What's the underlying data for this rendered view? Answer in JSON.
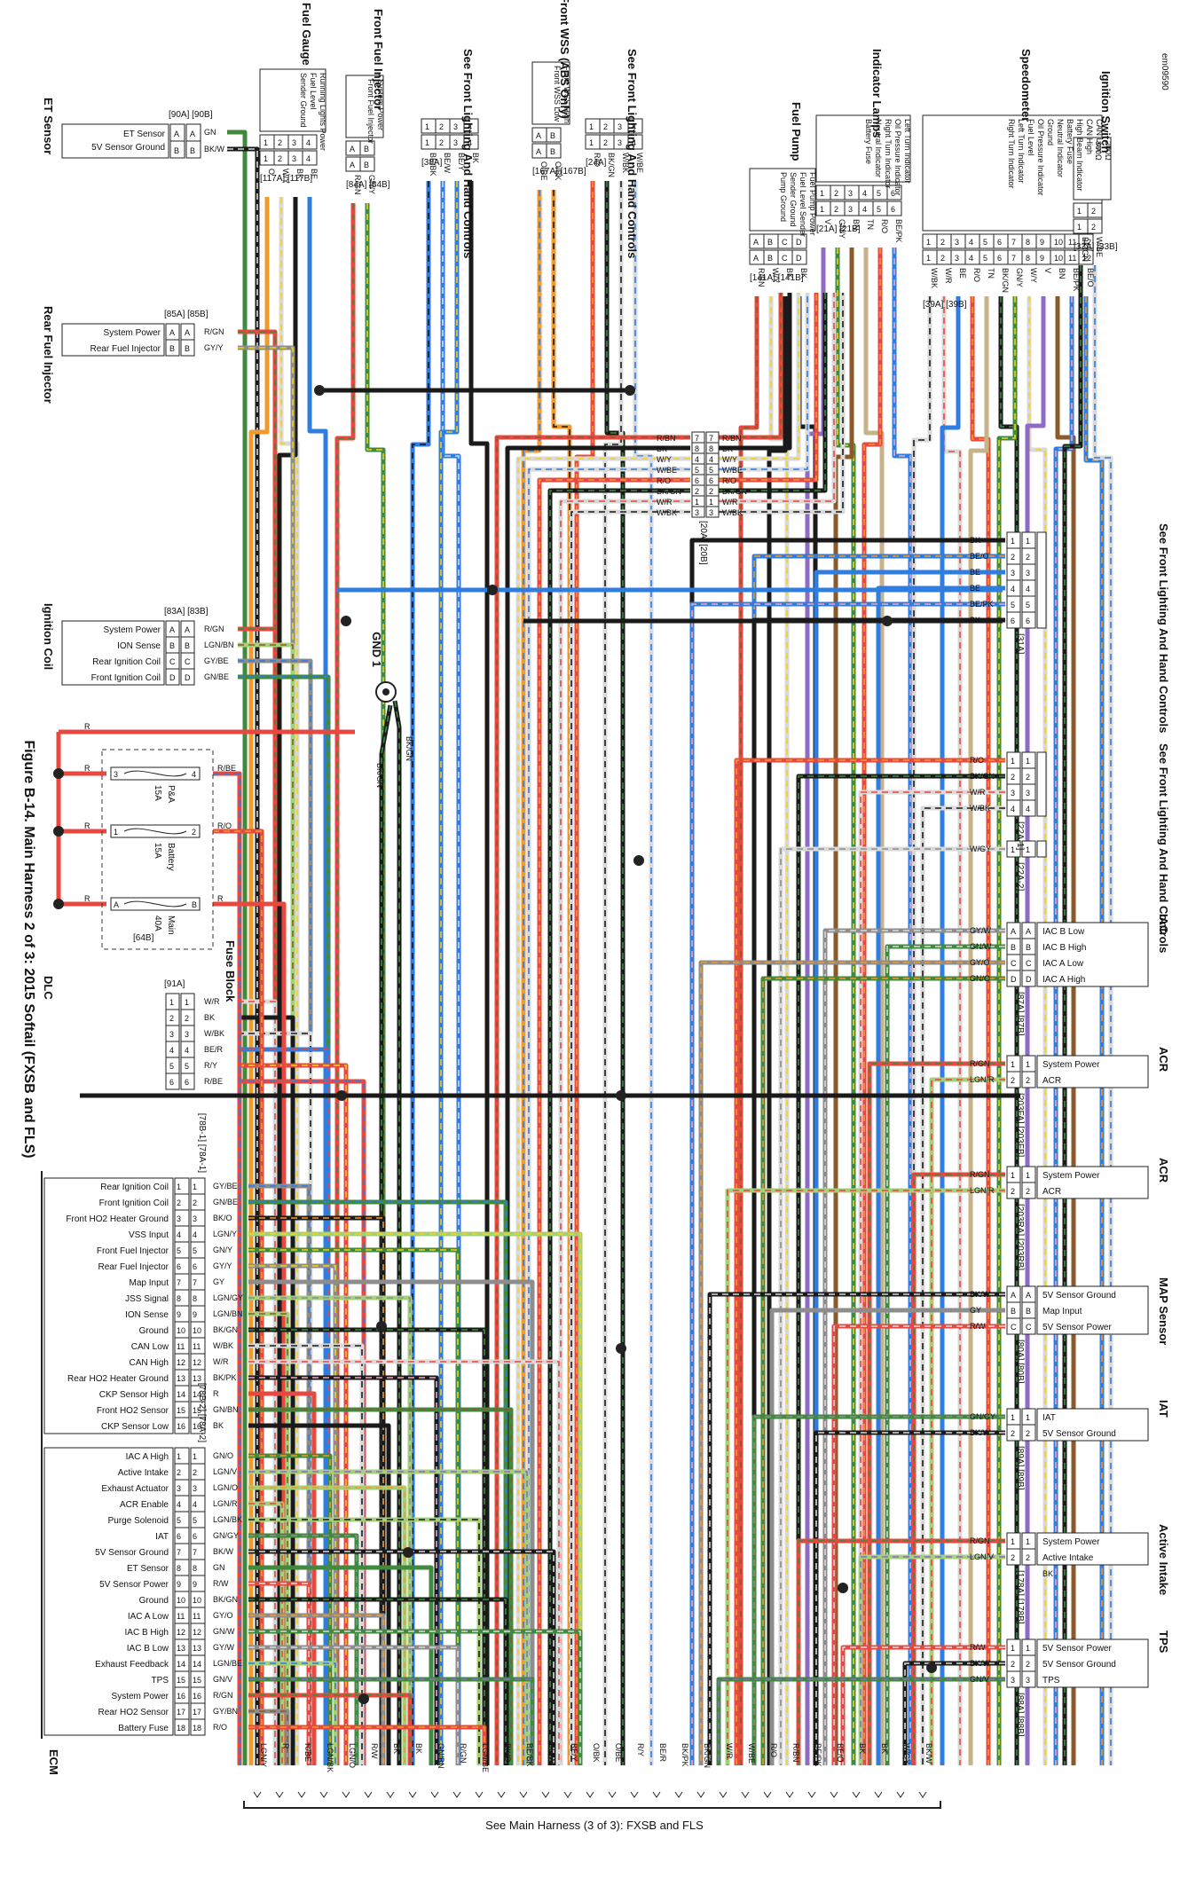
{
  "figure_id": "em09590",
  "title": "Figure B-14. Main Harness 2 of 3: 2015 Softail (FXSB and FLS)",
  "footer": "See Main Harness (3 of 3): FXSB and FLS",
  "colors": {
    "R": "#e8483f",
    "BK": "#1a1a1a",
    "BE": "#2f7de1",
    "GN": "#3f8a3f",
    "GY": "#8d8d8d",
    "Y": "#f2d21c",
    "W": "#d9d9d9",
    "O": "#f29a2e",
    "BN": "#8b5a2b",
    "V": "#8e6bc5",
    "LGN": "#a4d07a",
    "PK": "#f3a6c0",
    "TN": "#c8b28a"
  },
  "top_connectors": [
    {
      "id": "eto",
      "name": "ET Sensor",
      "tags": "[90A] [90B]",
      "rows": [
        "ET Sensor",
        "5V Sensor Ground"
      ],
      "pins": [
        "A",
        "B"
      ],
      "wires": [
        "GN",
        "BK/W"
      ]
    },
    {
      "id": "fg",
      "name": "Fuel Gauge",
      "tags": "[117A] [117B]",
      "rows": [
        "Running Lights Power",
        "Fuel Level",
        "Sender Ground"
      ],
      "pins": [
        "1",
        "2",
        "3",
        "4"
      ],
      "wires": [
        "O",
        "W/Y",
        "BK",
        "BE"
      ]
    },
    {
      "id": "ffi",
      "name": "Front Fuel Injector",
      "tags": "[84A] [84B]",
      "rows": [
        "System Power",
        "Front Fuel Injector"
      ],
      "pins": [
        "A",
        "B"
      ],
      "wires": [
        "R/GN",
        "GN/Y"
      ]
    },
    {
      "id": "sfl1",
      "name": "See Front Lighting And Hand Controls",
      "tags": "[38A]",
      "rows": [],
      "pins": [
        "1",
        "2",
        "3",
        "4"
      ],
      "wires": [
        "BE/BK",
        "BE/W",
        "BE/Y",
        "BK"
      ]
    },
    {
      "id": "wss",
      "name": "Front WSS (ABS Only)",
      "tags": "[167A] [167B]",
      "rows": [
        "Front WSS High",
        "Front WSS Low"
      ],
      "pins": [
        "A",
        "B"
      ],
      "wires": [
        "O/BE",
        "O/BK"
      ]
    },
    {
      "id": "sfl2",
      "name": "See Front Lighting And Hand Controls",
      "tags": "[24A]",
      "rows": [],
      "pins": [
        "1",
        "2",
        "3",
        "4"
      ],
      "wires": [
        "R/O",
        "BK/GN",
        "W/BK",
        "W/BE"
      ]
    },
    {
      "id": "fp",
      "name": "Fuel Pump",
      "tags": "[141A] [141B]",
      "rows": [
        "Fuel Pump Power",
        "Fuel Level Sender",
        "Sender Ground",
        "Pump Ground"
      ],
      "pins": [
        "A",
        "B",
        "C",
        "D"
      ],
      "wires": [
        "R/BN",
        "W/Y",
        "BK",
        "BK"
      ]
    },
    {
      "id": "il",
      "name": "Indicator Lamps",
      "tags": "[21A] [21B]",
      "rows": [
        "Left Turn Indicator",
        "Oil Pressure Indicator",
        "Right Turn Indicator",
        "Neutral Indicator",
        "Battery Fuse"
      ],
      "pins": [
        "1",
        "2",
        "3",
        "4",
        "5",
        "6"
      ],
      "wires": [
        "V",
        "GN/Y",
        "BN",
        "TN",
        "R/O",
        "BE/PK"
      ]
    },
    {
      "id": "sp",
      "name": "Speedometer",
      "tags": "[39A] [39B]",
      "rows": [
        "CAN Low",
        "CAN High",
        "High Beam Indicator",
        "Battery Fuse",
        "Neutral Indicator",
        "Ground",
        "Oil Pressure Indicator",
        "Fuel Level",
        "Left Turn Indicator",
        "Right Turn Indicator"
      ],
      "pins": [
        "1",
        "2",
        "3",
        "4",
        "5",
        "6",
        "7",
        "8",
        "9",
        "10",
        "11",
        "12"
      ],
      "wires": [
        "W/BK",
        "W/R",
        "BE",
        "R/O",
        "TN",
        "BK/GN",
        "GN/Y",
        "W/Y",
        "V",
        "BN",
        "BE/PK",
        "BE/O"
      ]
    },
    {
      "id": "isw",
      "name": "Ignition Switch",
      "tags": "[33A] [33B]",
      "rows": [
        "200Ω",
        "800Ω"
      ],
      "pins": [
        "1",
        "2"
      ],
      "wires": [
        "BK/GN",
        "W/BE"
      ]
    }
  ],
  "left_connectors": [
    {
      "id": "rfi",
      "name": "Rear Fuel Injector",
      "tags": "[85A] [85B]",
      "rows": [
        "System Power",
        "Rear Fuel Injector"
      ],
      "pins": [
        "A",
        "B"
      ],
      "wires": [
        "R/GN",
        "GY/Y"
      ]
    },
    {
      "id": "ic",
      "name": "Ignition Coil",
      "tags": "[83A] [83B]",
      "rows": [
        "System Power",
        "ION Sense",
        "Rear Ignition Coil",
        "Front Ignition Coil"
      ],
      "pins": [
        "A",
        "B",
        "C",
        "D"
      ],
      "wires": [
        "R/GN",
        "LGN/BN",
        "GY/BE",
        "GN/BE"
      ]
    },
    {
      "id": "dlc",
      "name": "DLC",
      "tags": "[91A]",
      "rows": [],
      "pins": [
        "1",
        "2",
        "3",
        "4",
        "5",
        "6"
      ],
      "wires": [
        "W/R",
        "BK",
        "W/BK",
        "BE/R",
        "R/Y",
        "R/BE"
      ]
    }
  ],
  "gnd": {
    "name": "GND 1",
    "wires": [
      "BK/GN",
      "BK/GN"
    ]
  },
  "fuse_block": {
    "name": "Fuse Block",
    "tag": "[64B]",
    "fuses": [
      {
        "name": "P&A",
        "amp": "15A",
        "pins": [
          "3",
          "4"
        ],
        "wire": "R/BE"
      },
      {
        "name": "Battery",
        "amp": "15A",
        "pins": [
          "1",
          "2"
        ],
        "wire": "R/O"
      },
      {
        "name": "Main",
        "amp": "40A",
        "pins": [
          "A",
          "B"
        ],
        "wire": "R"
      }
    ],
    "left_wire": "R"
  },
  "mid_connector": {
    "tags": "[20A] [20B]",
    "pins": [
      "7",
      "8",
      "4",
      "5",
      "6",
      "2",
      "1",
      "3"
    ],
    "left": [
      "R/BN",
      "BK",
      "W/Y",
      "W/BE",
      "R/O",
      "BK/GN",
      "W/R",
      "W/BK"
    ],
    "right": [
      "R/BN",
      "BK",
      "W/Y",
      "W/BE",
      "R/O",
      "BK/GN",
      "W/R",
      "W/BK"
    ]
  },
  "right_connectors": [
    {
      "id": "sfl3",
      "name": "See Front Lighting And Hand Controls",
      "tags": "[31A]",
      "rows": [],
      "pins": [
        "1",
        "2",
        "3",
        "4",
        "5",
        "6"
      ],
      "wires": [
        "BK",
        "BE/O",
        "BE",
        "BE",
        "BE/PK",
        "BK"
      ]
    },
    {
      "id": "sfl4",
      "name": "See Front Lighting And Hand Controls",
      "tags": "[22A-1]",
      "rows": [],
      "pins": [
        "1",
        "2",
        "3",
        "4"
      ],
      "wires": [
        "R/O",
        "BK/GN",
        "W/R",
        "W/BK"
      ]
    },
    {
      "id": "sfl5",
      "name": "",
      "tags": "[22A-2]",
      "rows": [],
      "pins": [
        "1"
      ],
      "wires": [
        "W/GY"
      ]
    },
    {
      "id": "iac",
      "name": "IAC",
      "tags": "[87A] [87B]",
      "rows": [
        "IAC B Low",
        "IAC B High",
        "IAC A Low",
        "IAC A High"
      ],
      "pins": [
        "A",
        "B",
        "C",
        "D"
      ],
      "wires": [
        "GY/W",
        "GN/W",
        "GY/O",
        "GN/O"
      ]
    },
    {
      "id": "acr1",
      "name": "ACR",
      "tags": "[203FA] [203FB]",
      "rows": [
        "System Power",
        "ACR"
      ],
      "pins": [
        "1",
        "2"
      ],
      "wires": [
        "R/GN",
        "LGN/R"
      ]
    },
    {
      "id": "acr2",
      "name": "ACR",
      "tags": "[203RA] [203RB]",
      "rows": [
        "System Power",
        "ACR"
      ],
      "pins": [
        "1",
        "2"
      ],
      "wires": [
        "R/GN",
        "LGN/R"
      ]
    },
    {
      "id": "map",
      "name": "MAP Sensor",
      "tags": "[80A] [80B]",
      "rows": [
        "5V Sensor Ground",
        "Map Input",
        "5V Sensor Power"
      ],
      "pins": [
        "A",
        "B",
        "C"
      ],
      "wires": [
        "BK/W",
        "GY",
        "R/W"
      ]
    },
    {
      "id": "iat",
      "name": "IAT",
      "tags": "[89A] [89B]",
      "rows": [
        "IAT",
        "5V Sensor Ground"
      ],
      "pins": [
        "1",
        "2"
      ],
      "wires": [
        "GN/GY",
        "BK/W"
      ]
    },
    {
      "id": "ai",
      "name": "Active Intake",
      "tags": "[178A] [178B]",
      "rows": [
        "System Power",
        "Active Intake"
      ],
      "pins": [
        "1",
        "2"
      ],
      "wires": [
        "R/GN",
        "LGN/V"
      ],
      "ground": "BK"
    },
    {
      "id": "tps",
      "name": "TPS",
      "tags": "[88A] [88B]",
      "rows": [
        "5V Sensor Power",
        "5V Sensor Ground",
        "TPS"
      ],
      "pins": [
        "1",
        "2",
        "3"
      ],
      "wires": [
        "R/W",
        "BK/W",
        "GN/V"
      ]
    }
  ],
  "ecm": {
    "name": "ECM",
    "block1": {
      "tag": "[78B-1] [78A-1]",
      "rows": [
        {
          "label": "Rear Ignition Coil",
          "wire": "GY/BE"
        },
        {
          "label": "Front Ignition Coil",
          "wire": "GN/BE"
        },
        {
          "label": "Front HO2 Heater Ground",
          "wire": "BK/O"
        },
        {
          "label": "VSS Input",
          "wire": "LGN/Y"
        },
        {
          "label": "Front Fuel Injector",
          "wire": "GN/Y"
        },
        {
          "label": "Rear Fuel Injector",
          "wire": "GY/Y"
        },
        {
          "label": "Map Input",
          "wire": "GY"
        },
        {
          "label": "JSS Signal",
          "wire": "LGN/GY"
        },
        {
          "label": "ION Sense",
          "wire": "LGN/BN"
        },
        {
          "label": "Ground",
          "wire": "BK/GN"
        },
        {
          "label": "CAN Low",
          "wire": "W/BK"
        },
        {
          "label": "CAN High",
          "wire": "W/R"
        },
        {
          "label": "Rear HO2 Heater Ground",
          "wire": "BK/PK"
        },
        {
          "label": "CKP Sensor High",
          "wire": "R"
        },
        {
          "label": "Front HO2 Sensor",
          "wire": "GN/BN"
        },
        {
          "label": "CKP Sensor Low",
          "wire": "BK"
        }
      ]
    },
    "block2": {
      "tag": "[78B-2] [78A-2]",
      "rows": [
        {
          "label": "IAC A High",
          "wire": "GN/O"
        },
        {
          "label": "Active Intake",
          "wire": "LGN/V"
        },
        {
          "label": "Exhaust Actuator",
          "wire": "LGN/O"
        },
        {
          "label": "ACR Enable",
          "wire": "LGN/R"
        },
        {
          "label": "Purge Solenoid",
          "wire": "LGN/BK"
        },
        {
          "label": "IAT",
          "wire": "GN/GY"
        },
        {
          "label": "5V Sensor Ground",
          "wire": "BK/W"
        },
        {
          "label": "ET Sensor",
          "wire": "GN"
        },
        {
          "label": "5V Sensor Power",
          "wire": "R/W"
        },
        {
          "label": "Ground",
          "wire": "BK/GN"
        },
        {
          "label": "IAC A Low",
          "wire": "GY/O"
        },
        {
          "label": "IAC B High",
          "wire": "GN/W"
        },
        {
          "label": "IAC B Low",
          "wire": "GY/W"
        },
        {
          "label": "Exhaust Feedback",
          "wire": "LGN/BE"
        },
        {
          "label": "TPS",
          "wire": "GN/V"
        },
        {
          "label": "System Power",
          "wire": "R/GN"
        },
        {
          "label": "Rear HO2 Sensor",
          "wire": "GY/BN"
        },
        {
          "label": "Battery Fuse",
          "wire": "R/O"
        }
      ]
    }
  },
  "bottom_wires": [
    "LGN/Y",
    "R",
    "R/BE",
    "LGN/BK",
    "LGN/O",
    "R/W",
    "BK",
    "BK",
    "GN/BN",
    "R/GN",
    "LGN/BE",
    "BK/O",
    "BE/BK",
    "BE/W",
    "BE/Y",
    "O/BK",
    "O/BE",
    "R/Y",
    "BE/R",
    "BK/PK",
    "BK/GN",
    "W/R",
    "W/BE",
    "R/O",
    "R/BN",
    "BE/PK",
    "BE/O",
    "BK",
    "BK",
    "W/GY",
    "BK/W"
  ]
}
